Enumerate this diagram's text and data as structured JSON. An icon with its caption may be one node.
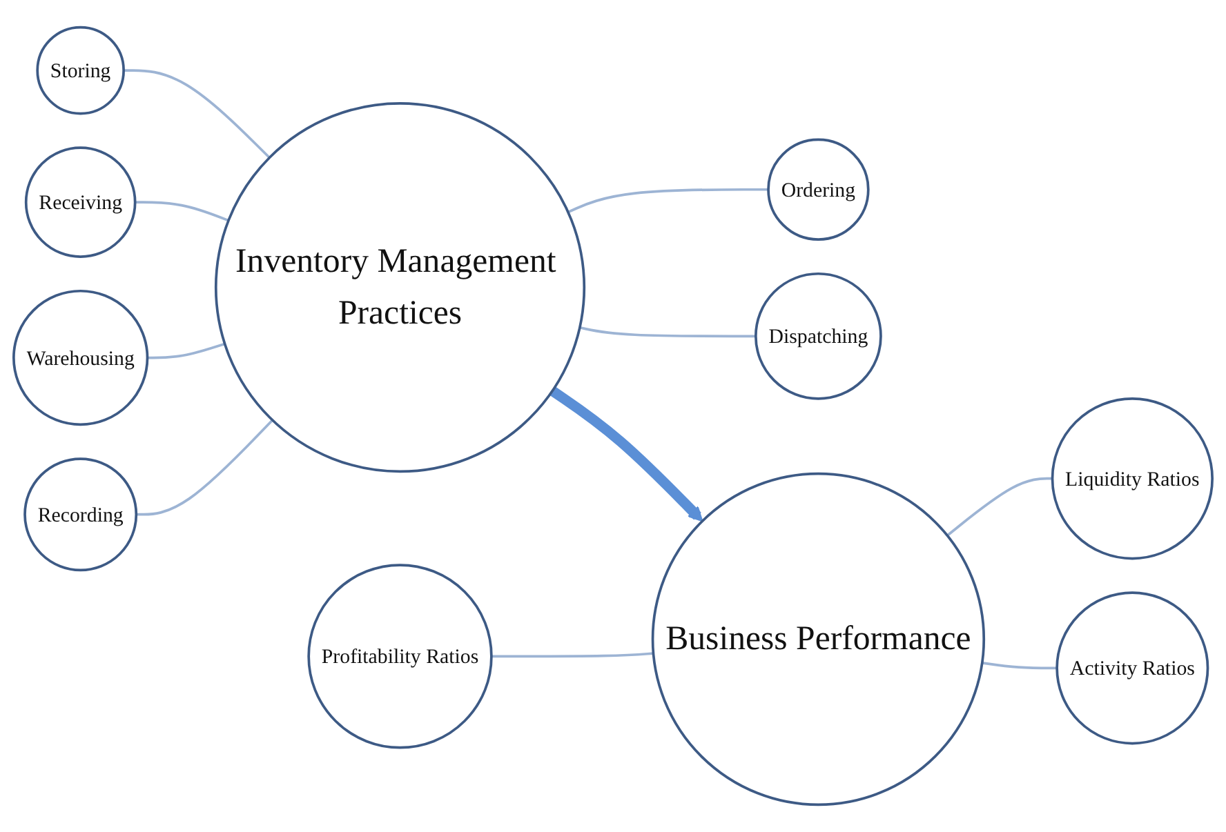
{
  "diagram": {
    "nodes": [
      {
        "text": [
          "Inventory Management Practices"
        ]
      },
      {
        "text": [
          "Storing"
        ]
      },
      {
        "text": [
          "Receiving"
        ]
      },
      {
        "text": [
          "Ordering"
        ]
      },
      {
        "text": [
          "Warehousing"
        ]
      },
      {
        "text": [
          "Recording"
        ]
      },
      {
        "text": [
          "Dispatching"
        ]
      },
      {
        "text": [
          "Business Performance"
        ]
      },
      {
        "text": [
          "Profitability Ratios"
        ]
      },
      {
        "text": [
          "Liquidity Ratios"
        ]
      },
      {
        "text": [
          "Activity Ratios"
        ]
      }
    ],
    "edges": [
      {
        "from": 1,
        "to": 0,
        "arrow": "none"
      },
      {
        "from": 2,
        "to": 0,
        "arrow": "none"
      },
      {
        "from": 0,
        "to": 3,
        "arrow": "none"
      },
      {
        "from": 4,
        "to": 0,
        "arrow": "none"
      },
      {
        "from": 5,
        "to": 0,
        "arrow": "none"
      },
      {
        "from": 0,
        "to": 6,
        "arrow": "none"
      },
      {
        "from": 0,
        "to": 7,
        "arrow": "to",
        "style": "thick",
        "color": "#5b8fd6"
      },
      {
        "from": 8,
        "to": 7,
        "arrow": "none"
      },
      {
        "from": 7,
        "to": 9,
        "arrow": "none"
      },
      {
        "from": 7,
        "to": 10,
        "arrow": "none"
      }
    ]
  }
}
